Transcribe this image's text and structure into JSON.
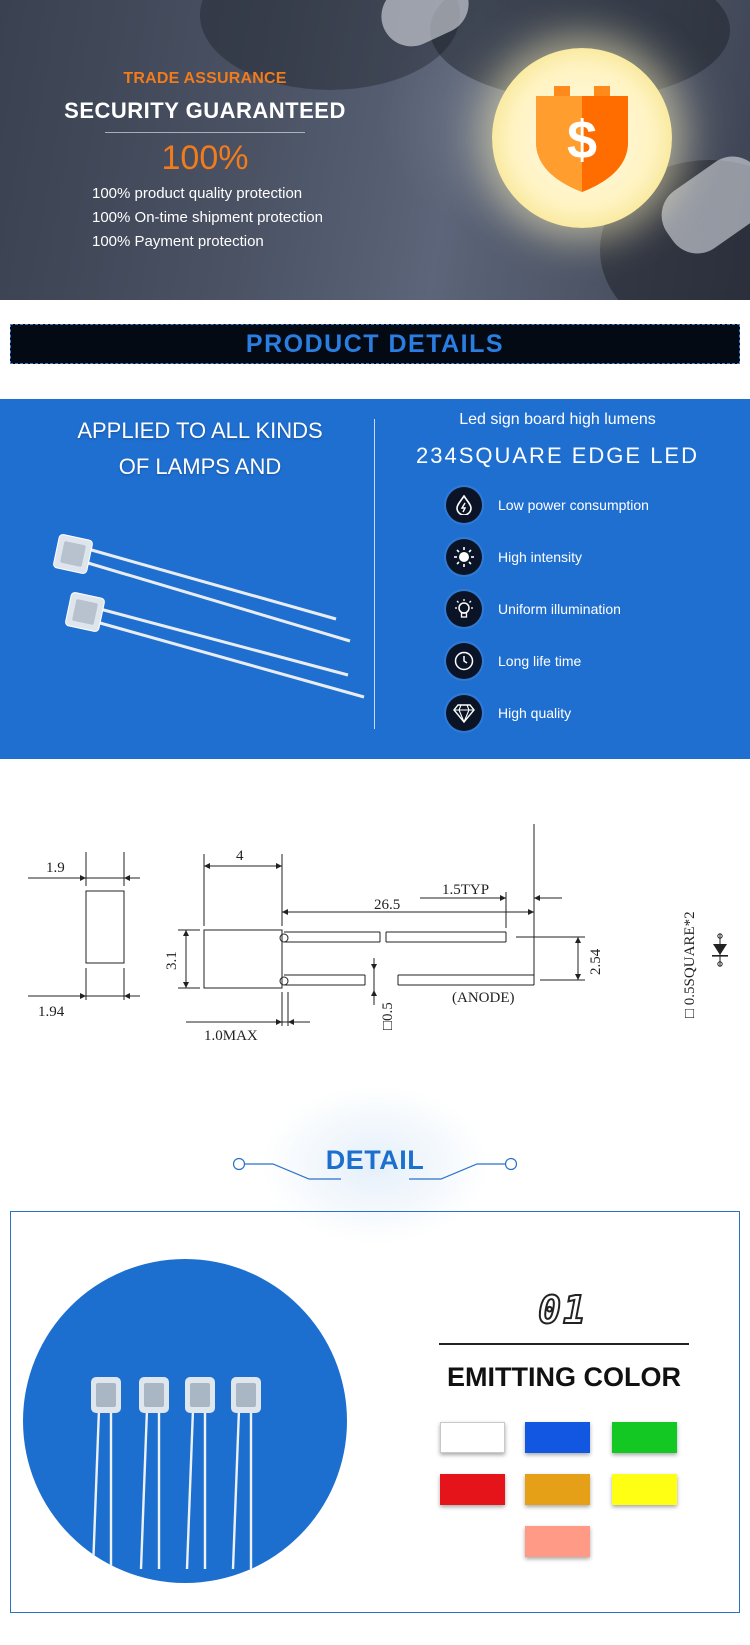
{
  "banner": {
    "trade": "TRADE ASSURANCE",
    "secure": "SECURITY GUARANTEED",
    "percent": "100%",
    "bullets": [
      "100% product quality protection",
      "100% On-time shipment protection",
      "100%  Payment protection"
    ],
    "shield_icon": "dollar-shield-icon"
  },
  "product_details": {
    "title": "PRODUCT DETAILS"
  },
  "feature_section": {
    "left_title_line1": "APPLIED TO ALL KINDS",
    "left_title_line2": "OF LAMPS AND",
    "subtitle": "Led sign board high lumens",
    "title": "234SQUARE EDGE LED",
    "features": [
      {
        "icon": "leaf-drop-icon",
        "label": "Low power consumption"
      },
      {
        "icon": "sun-icon",
        "label": "High intensity"
      },
      {
        "icon": "light-bulb-icon",
        "label": "Uniform illumination"
      },
      {
        "icon": "clock-icon",
        "label": "Long life time"
      },
      {
        "icon": "diamond-icon",
        "label": "High quality"
      }
    ]
  },
  "drawing": {
    "dim_1_9": "1.9",
    "dim_1_94": "1.94",
    "dim_4": "4",
    "dim_3_1": "3.1",
    "dim_26_5": "26.5",
    "dim_1_5typ": "1.5TYP",
    "dim_2_54": "2.54",
    "dim_0_5": "□0.5",
    "dim_1_0max": "1.0MAX",
    "anode": "(ANODE)",
    "square": "□ 0.5SQUARE*2"
  },
  "detail": {
    "title": "DETAIL",
    "number": "01",
    "emitting_color": "EMITTING COLOR",
    "swatches": [
      "#ffffff",
      "#1257e2",
      "#14c824",
      "#e5131a",
      "#e6a017",
      "#ffff14",
      "#ff9a86"
    ]
  }
}
